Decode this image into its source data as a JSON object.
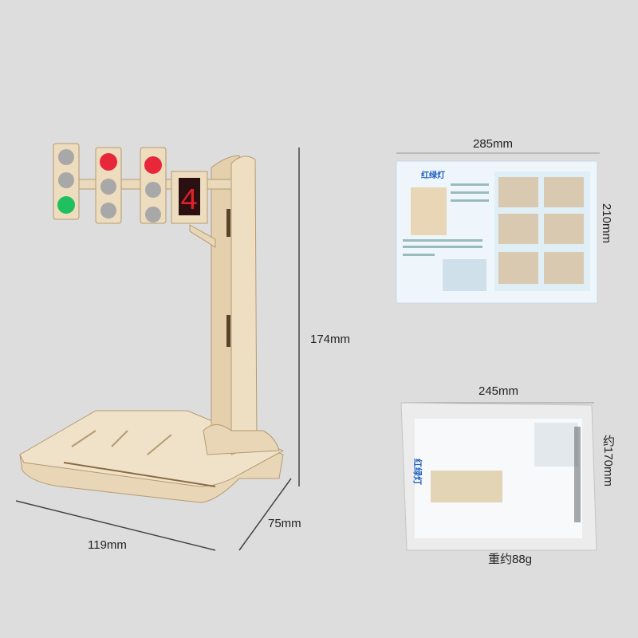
{
  "product": {
    "display_digit": "4",
    "dim_height": "174mm",
    "dim_width": "119mm",
    "dim_depth": "75mm"
  },
  "sheet": {
    "title": "红绿灯",
    "dim_width": "285mm",
    "dim_height": "210mm"
  },
  "package": {
    "title": "红绿灯",
    "dim_width": "245mm",
    "dim_height": "约170mm",
    "weight": "重约88g"
  },
  "colors": {
    "background": "#dedddd",
    "wood": "#ecdcbf",
    "red_light": "#e8283a",
    "green_light": "#20c060",
    "led_red": "#e0202a"
  }
}
